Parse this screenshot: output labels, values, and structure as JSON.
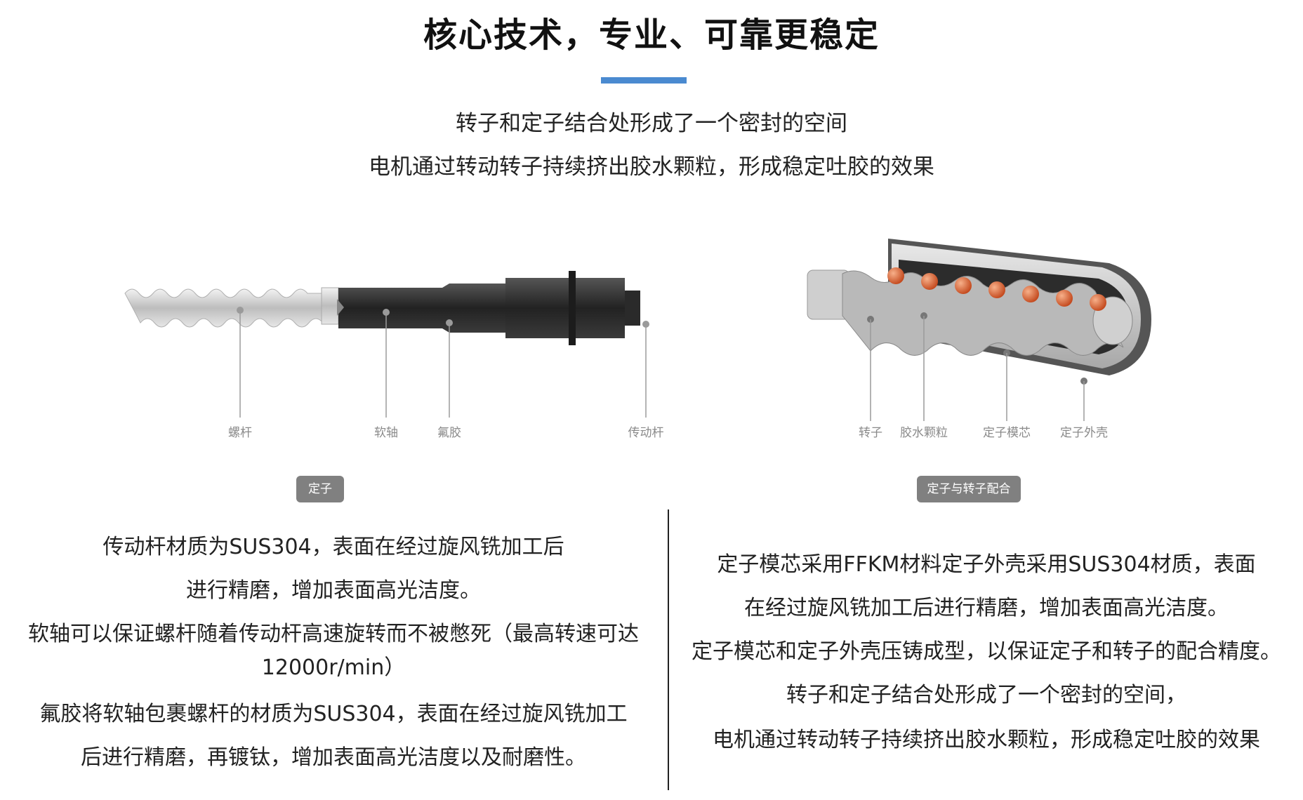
{
  "header": {
    "title": "核心技术，专业、可靠更稳定",
    "accent_color": "#4a8ad0",
    "intro_line1": "转子和定子结合处形成了一个密封的空间",
    "intro_line2": "电机通过转动转子持续挤出胶水颗粒，形成稳定吐胶的效果"
  },
  "left_figure": {
    "labels": {
      "screw": "螺杆",
      "shaft": "软轴",
      "fluoro": "氟胶",
      "drive_rod": "传动杆"
    },
    "tag": "定子",
    "desc": [
      "传动杆材质为SUS304，表面在经过旋风铣加工后",
      "进行精磨，增加表面高光洁度。",
      "软轴可以保证螺杆随着传动杆高速旋转而不被憋死（最高转速可达",
      "12000r/min）",
      "氟胶将软轴包裹螺杆的材质为SUS304，表面在经过旋风铣加工",
      "后进行精磨，再镀钛，增加表面高光洁度以及耐磨性。"
    ]
  },
  "right_figure": {
    "labels": {
      "rotor": "转子",
      "glue": "胶水颗粒",
      "core": "定子模芯",
      "shell": "定子外壳"
    },
    "tag": "定子与转子配合",
    "desc": [
      "定子模芯采用FFKM材料定子外壳采用SUS304材质，表面",
      "在经过旋风铣加工后进行精磨，增加表面高光洁度。",
      "定子模芯和定子外壳压铸成型，以保证定子和转子的配合精度。",
      "转子和定子结合处形成了一个密封的空间，",
      "电机通过转动转子持续挤出胶水颗粒，形成稳定吐胶的效果"
    ]
  }
}
